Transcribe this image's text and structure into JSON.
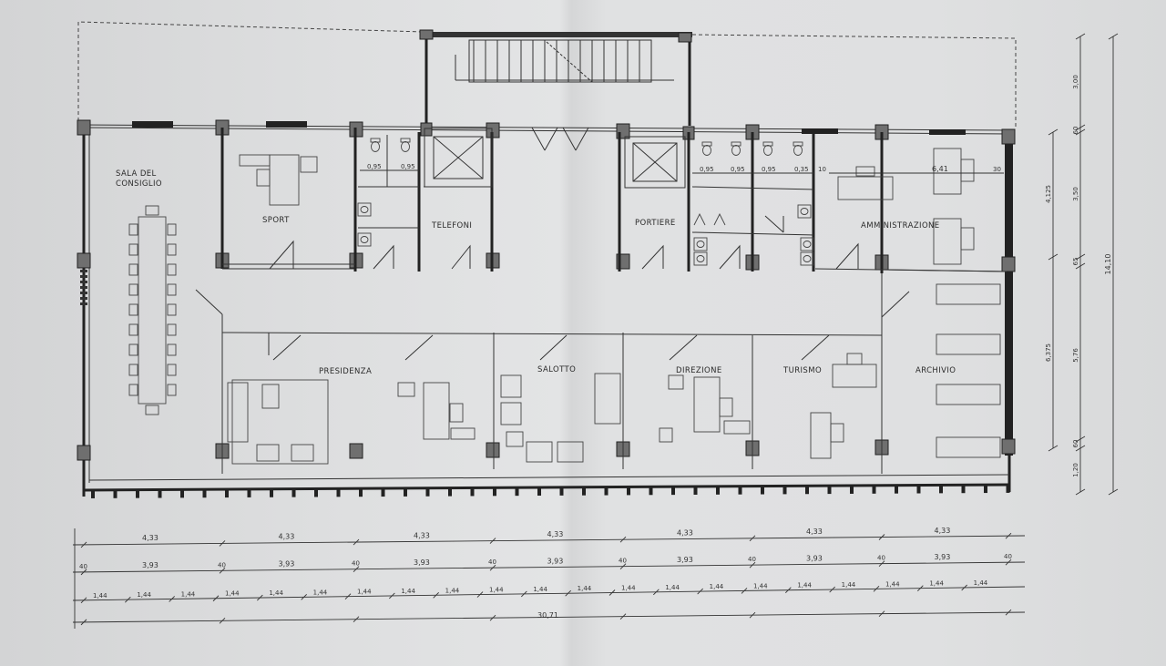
{
  "rooms": {
    "sala_line1": "SALA DEL",
    "sala_line2": "CONSIGLIO",
    "sport": "SPORT",
    "telefoni": "TELEFONI",
    "portiere": "PORTIERE",
    "amministrazione": "AMMINISTRAZIONE",
    "presidenza": "PRESIDENZA",
    "salotto": "SALOTTO",
    "direzione": "DIREZIONE",
    "turismo": "TURISMO",
    "archivio": "ARCHIVIO"
  },
  "inner_dims": {
    "w1": "0,95",
    "w2": "0,95",
    "w3": "0,95",
    "w4": "0,95",
    "w5": "0,95",
    "w6": "0,35",
    "w7": "10",
    "amm_width": "6,41",
    "amm_30": "30"
  },
  "dims_row1": [
    "4,33",
    "4,33",
    "4,33",
    "4,33",
    "4,33",
    "4,33",
    "4,33"
  ],
  "dims_row2_big": [
    "3,93",
    "3,93",
    "3,93",
    "3,93",
    "3,93",
    "3,93",
    "3,93"
  ],
  "dims_row2_small": [
    "40",
    "40",
    "40",
    "40",
    "40",
    "40",
    "40",
    "40"
  ],
  "dims_row3": [
    "1,44",
    "1,44",
    "1,44",
    "1,44",
    "1,44",
    "1,44",
    "1,44",
    "1,44",
    "1,44",
    "1,44",
    "1,44",
    "1,44",
    "1,44",
    "1,44",
    "1,44",
    "1,44",
    "1,44",
    "1,44",
    "1,44",
    "1,44",
    "1,44"
  ],
  "dims_total": "30,71",
  "vertical_right": [
    "3,00",
    "60",
    "3,50",
    "65",
    "5,76",
    "60",
    "1,20"
  ],
  "vertical_mid": [
    "4,125",
    "6,375"
  ],
  "vertical_total": "14,10"
}
